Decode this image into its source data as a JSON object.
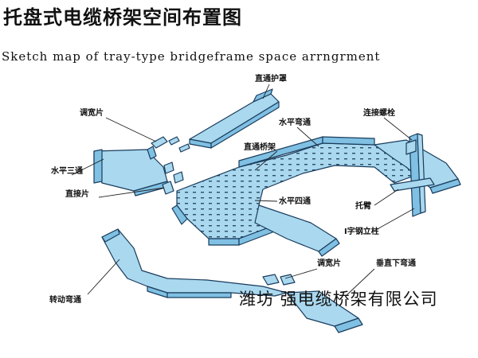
{
  "title_cn": "托盘式电缆桥架空间布置图",
  "title_en": "Sketch map of tray-type bridgeframe space arrngrment",
  "watermark": "潍坊 强电缆桥架有限公司",
  "labels": {
    "straight_cover": "直通护罩",
    "adjust_plate_top": "调宽片",
    "horizontal_elbow": "水平弯通",
    "connect_bolt": "连接螺栓",
    "horizontal_tee": "水平三通",
    "straight_tray": "直通桥架",
    "straight_plate": "直接片",
    "horizontal_cross": "水平四通",
    "bracket_arm": "托臂",
    "i_steel_column": "I字钢立柱",
    "adjust_plate_bottom": "调宽片",
    "vertical_down_elbow": "垂直下弯通",
    "rotating_elbow": "转动弯通"
  },
  "colors": {
    "tray_fill": "#a9d8ef",
    "tray_side": "#7fc0e3",
    "tray_stroke": "#1a3c5c",
    "leader": "#222222"
  }
}
